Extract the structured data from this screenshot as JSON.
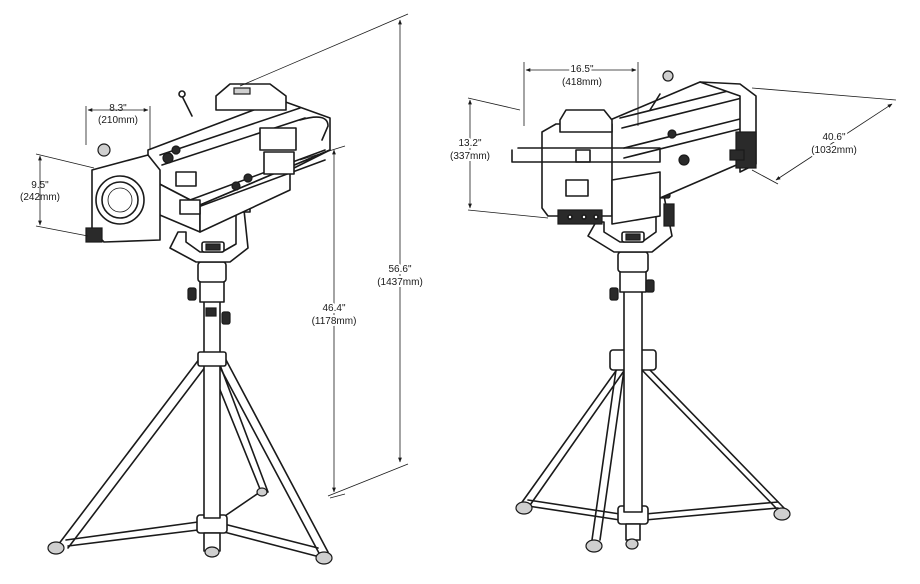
{
  "left_view": {
    "width_in": "8.3\"",
    "width_mm": "(210mm)",
    "height_in": "9.5\"",
    "height_mm": "(242mm)",
    "stand_height_in": "46.4\"",
    "stand_height_mm": "(1178mm)",
    "overall_height_in": "56.6\"",
    "overall_height_mm": "(1437mm)"
  },
  "right_view": {
    "width_in": "16.5\"",
    "width_mm": "(418mm)",
    "height_in": "13.2\"",
    "height_mm": "(337mm)",
    "length_in": "40.6\"",
    "length_mm": "(1032mm)"
  },
  "colors": {
    "line": "#1a1a1a",
    "background": "#ffffff"
  }
}
